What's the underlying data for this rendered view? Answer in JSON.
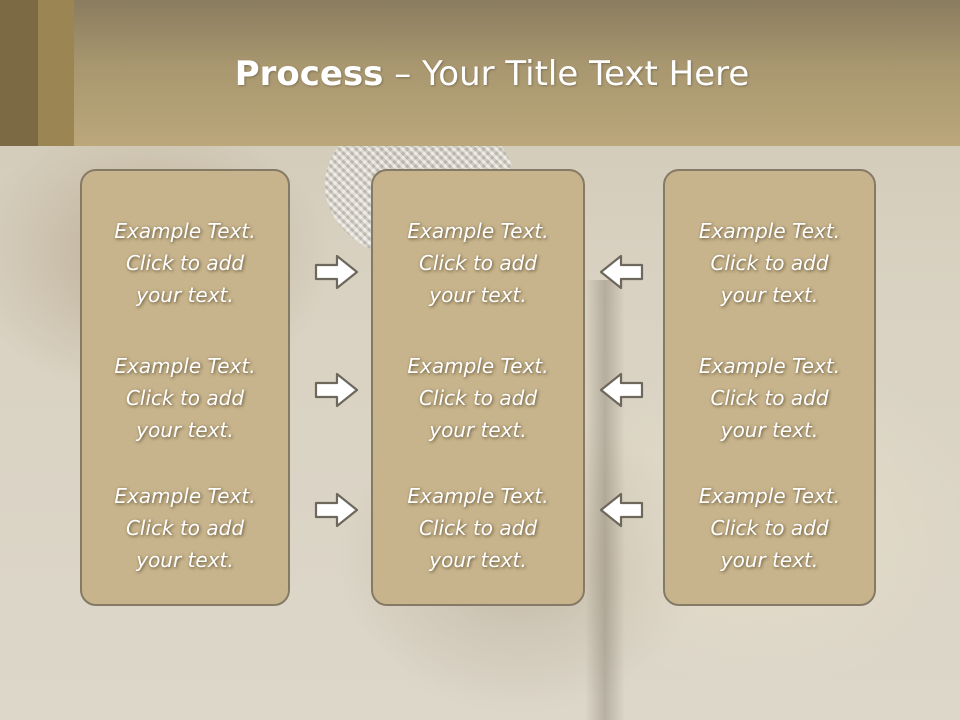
{
  "title": {
    "bold": "Process",
    "rest": " – Your Title Text Here"
  },
  "columns": [
    {
      "items": [
        {
          "line1": "Example Text.",
          "line2": "Click  to add",
          "line3": "your text."
        },
        {
          "line1": "Example Text.",
          "line2": "Click  to add",
          "line3": "your text."
        },
        {
          "line1": "Example Text.",
          "line2": "Click  to add",
          "line3": "your text."
        }
      ]
    },
    {
      "items": [
        {
          "line1": "Example Text.",
          "line2": "Click  to add",
          "line3": "your text."
        },
        {
          "line1": "Example Text.",
          "line2": "Click  to add",
          "line3": "your text."
        },
        {
          "line1": "Example Text.",
          "line2": "Click  to add",
          "line3": "your text."
        }
      ]
    },
    {
      "items": [
        {
          "line1": "Example Text.",
          "line2": "Click  to add",
          "line3": "your text."
        },
        {
          "line1": "Example Text.",
          "line2": "Click  to add",
          "line3": "your text."
        },
        {
          "line1": "Example Text.",
          "line2": "Click  to add",
          "line3": "your text."
        }
      ]
    }
  ],
  "arrows": {
    "left_column": [
      "arrow-right-icon",
      "arrow-right-icon",
      "arrow-right-icon"
    ],
    "right_column": [
      "arrow-left-icon",
      "arrow-left-icon",
      "arrow-left-icon"
    ]
  },
  "colors": {
    "header": "#a8976f",
    "box_fill": "#c7b48c",
    "box_border": "#857a66",
    "text": "#ffffff"
  }
}
